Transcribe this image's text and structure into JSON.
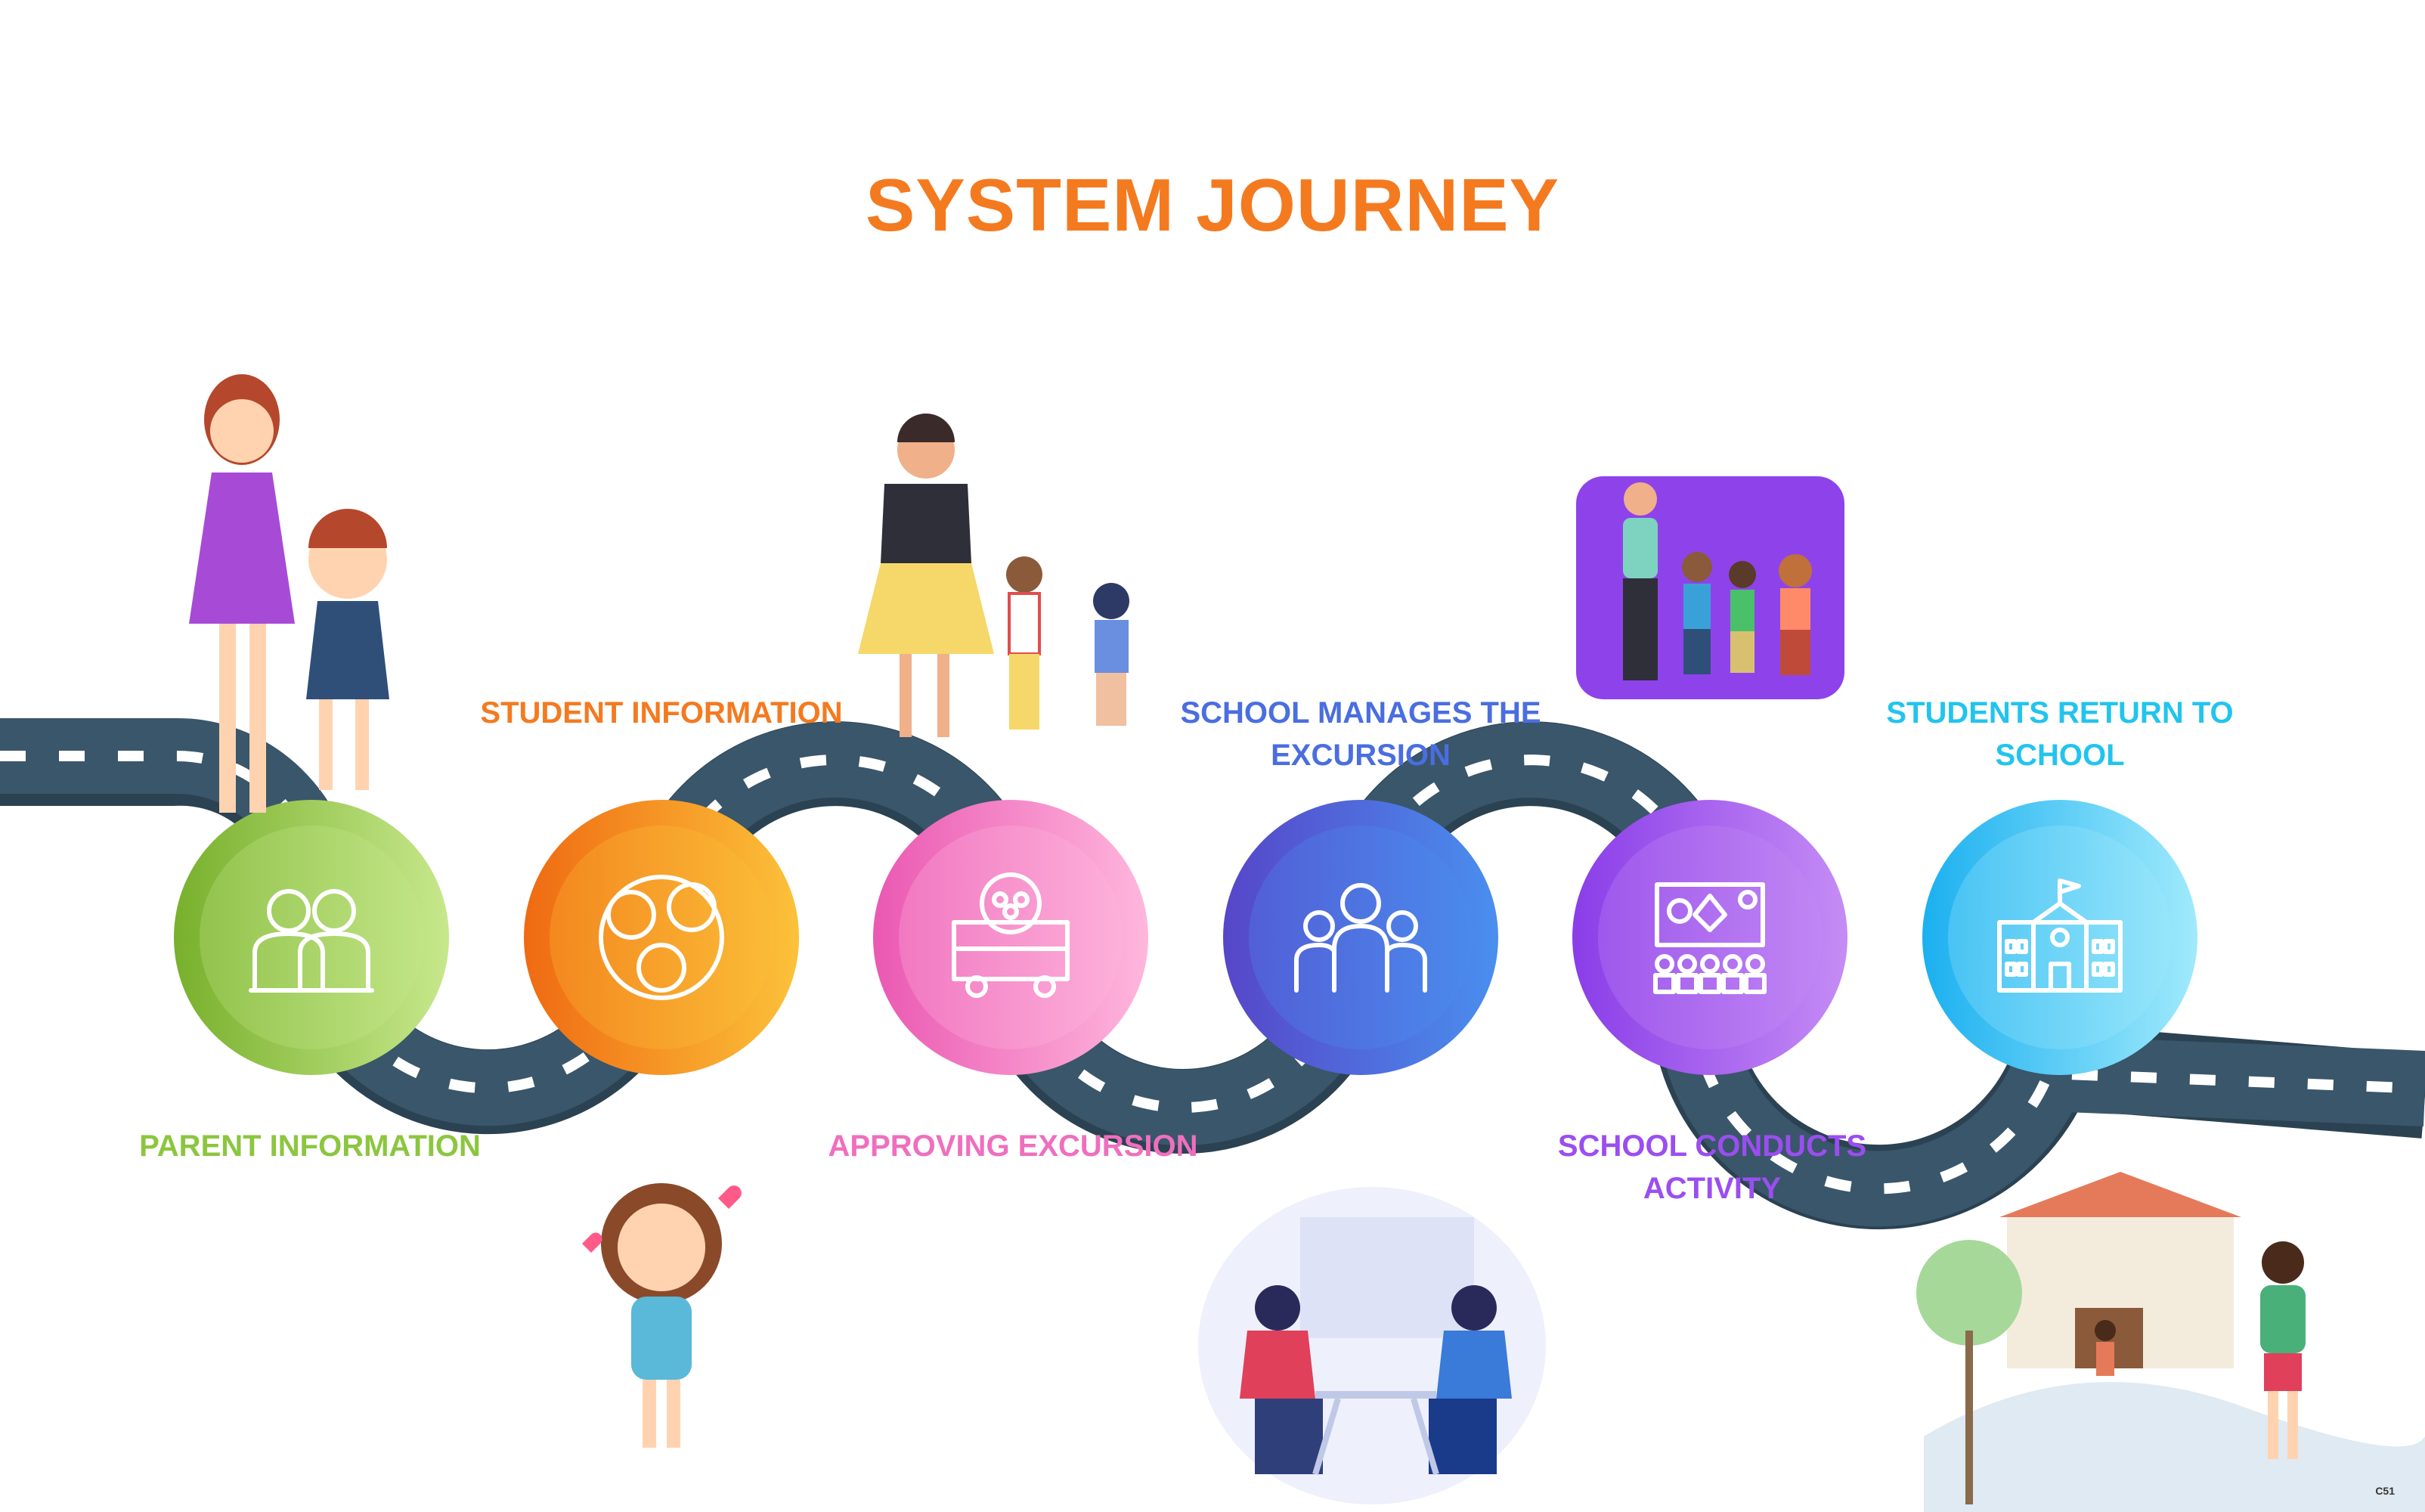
{
  "title": "SYSTEM JOURNEY",
  "badge": "C51",
  "colors": {
    "title": "#f47a20",
    "road": "#3a566a",
    "road_edge": "#2b4252",
    "stripe": "#ffffff"
  },
  "steps": [
    {
      "label_lines": [
        "PARENT INFORMATION"
      ],
      "icon": "parents-icon",
      "color": "#8cc63f",
      "light": "#c7e88c",
      "dark": "#78b02c"
    },
    {
      "label_lines": [
        "STUDENT INFORMATION"
      ],
      "icon": "students-faces-icon",
      "color": "#f47a20",
      "light": "#fcc23a",
      "dark": "#ef6a12"
    },
    {
      "label_lines": [
        "APPROVING EXCURSION"
      ],
      "icon": "bus-icon",
      "color": "#ef6fbe",
      "light": "#ffb7dd",
      "dark": "#ea58b2"
    },
    {
      "label_lines": [
        "SCHOOL MANAGES THE",
        "EXCURSION"
      ],
      "icon": "group-icon",
      "color": "#4a6ee0",
      "light": "#4a8fef",
      "dark": "#5646c8"
    },
    {
      "label_lines": [
        "SCHOOL CONDUCTS",
        "ACTIVITY"
      ],
      "icon": "activity-board-icon",
      "color": "#9b4ef0",
      "light": "#c58cf5",
      "dark": "#8a3de8"
    },
    {
      "label_lines": [
        "STUDENTS RETURN TO",
        "SCHOOL"
      ],
      "icon": "school-building-icon",
      "color": "#22c4ee",
      "light": "#a0eafc",
      "dark": "#1bb0f0"
    }
  ]
}
